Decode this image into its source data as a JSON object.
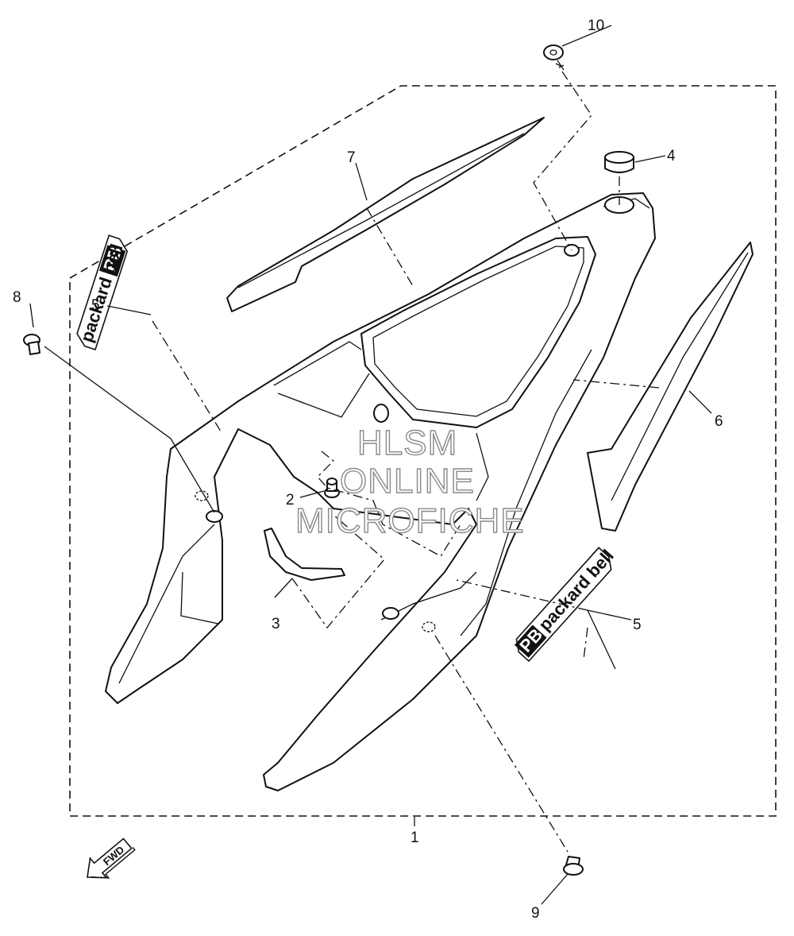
{
  "callouts": {
    "c1": "1",
    "c2": "2",
    "c3": "3",
    "c4": "4",
    "c5a": "5",
    "c5b": "5",
    "c6": "6",
    "c7": "7",
    "c8": "8",
    "c9": "9",
    "c10": "10"
  },
  "decal_text": {
    "left": "packard bell",
    "right": "packard bell",
    "left_mark": "PB",
    "right_mark": "PB"
  },
  "direction_arrow": "FWD",
  "watermark": {
    "line1": "HLSM",
    "line2": "ONLINE",
    "line3": "MICROFICHE"
  }
}
